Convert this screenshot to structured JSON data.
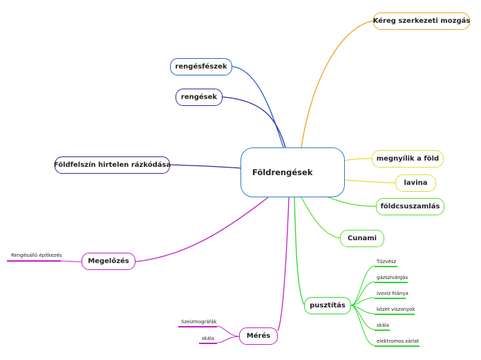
{
  "central": {
    "label": "Földrengések",
    "color": "#2a7fbf"
  },
  "topics": {
    "kereg": {
      "label": "Kéreg szerkezeti mozgás",
      "color": "#f0a020"
    },
    "rengesfeszek": {
      "label": "rengésfészek",
      "color": "#2a5bd7"
    },
    "rengesek": {
      "label": "rengések",
      "color": "#2a2ab0"
    },
    "razkodas": {
      "label": "Földfelszín hirtelen rázkódása",
      "color": "#4a1a9a"
    },
    "megnyilik": {
      "label": "megnyílik a föld",
      "color": "#e0dc30"
    },
    "lavina": {
      "label": "lavina",
      "color": "#e0dc30"
    },
    "foldcsuszamlas": {
      "label": "földcsuszamlás",
      "color": "#58e030"
    },
    "cunami": {
      "label": "Cunami",
      "color": "#58e030"
    },
    "pusztitas": {
      "label": "pusztítás",
      "color": "#2ad82a"
    },
    "megelozes": {
      "label": "Megelőzés",
      "color": "#c020c0"
    },
    "meres": {
      "label": "Mérés",
      "color": "#c020c0"
    }
  },
  "pusztitas_leaves": [
    "Tűzvész",
    "gázszivárgás",
    "ivovíz hiánya",
    "közet viszonyok",
    "skála",
    "elektromos zárlat"
  ],
  "megelozes_leaves": [
    "Rengésálló építkezés"
  ],
  "meres_leaves": [
    "Szeizmográfák",
    "skála"
  ],
  "colors": {
    "pusztitas_leaf": "#2ad82a",
    "megelozes_leaf": "#c020c0",
    "meres_leaf": "#c020c0"
  }
}
